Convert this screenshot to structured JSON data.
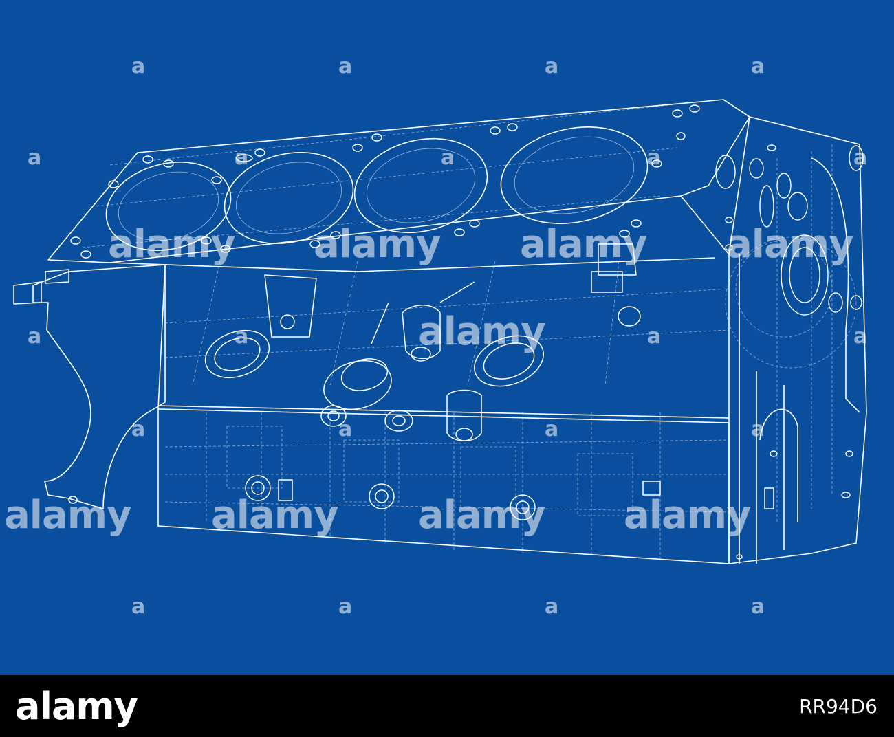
{
  "watermark": {
    "word": "alamy",
    "glyph": "a"
  },
  "footer": {
    "brand": "alamy",
    "image_code": "RR94D6"
  },
  "colors": {
    "background": "#0a4f9e",
    "line": "#ffffff",
    "footer": "#000000"
  }
}
